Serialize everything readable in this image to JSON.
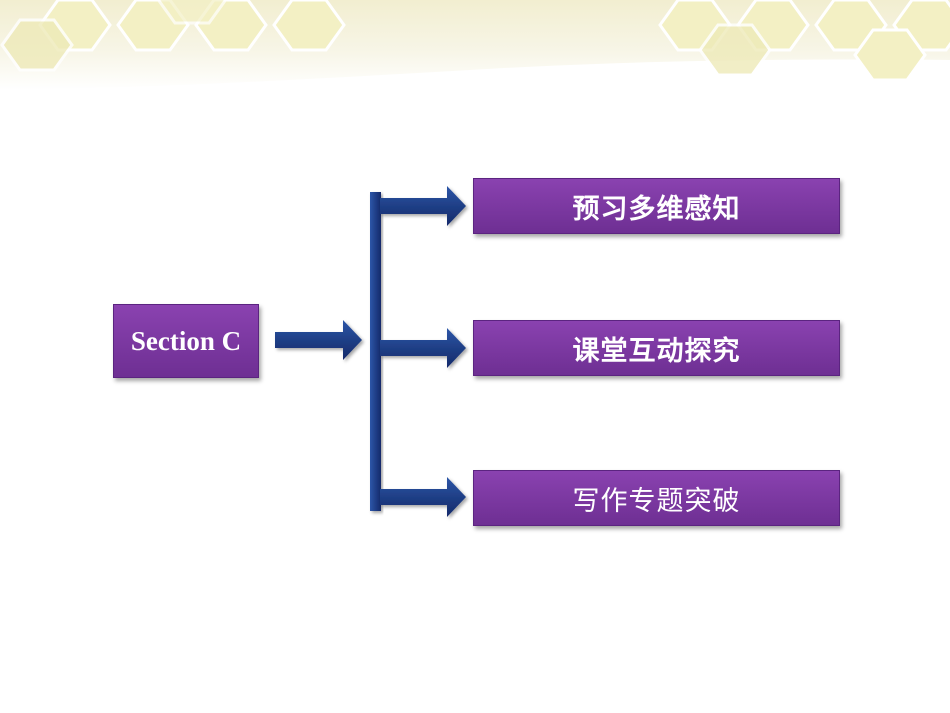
{
  "diagram": {
    "source": {
      "label": "Section C"
    },
    "targets": [
      {
        "label": "预习多维感知"
      },
      {
        "label": "课堂互动探究"
      },
      {
        "label": "写作专题突破"
      }
    ]
  },
  "colors": {
    "box_fill": "#7b35a2",
    "arrow_fill": "#1f3f86",
    "label_text": "#ffffff",
    "header_hex": "#f3f0c4"
  }
}
